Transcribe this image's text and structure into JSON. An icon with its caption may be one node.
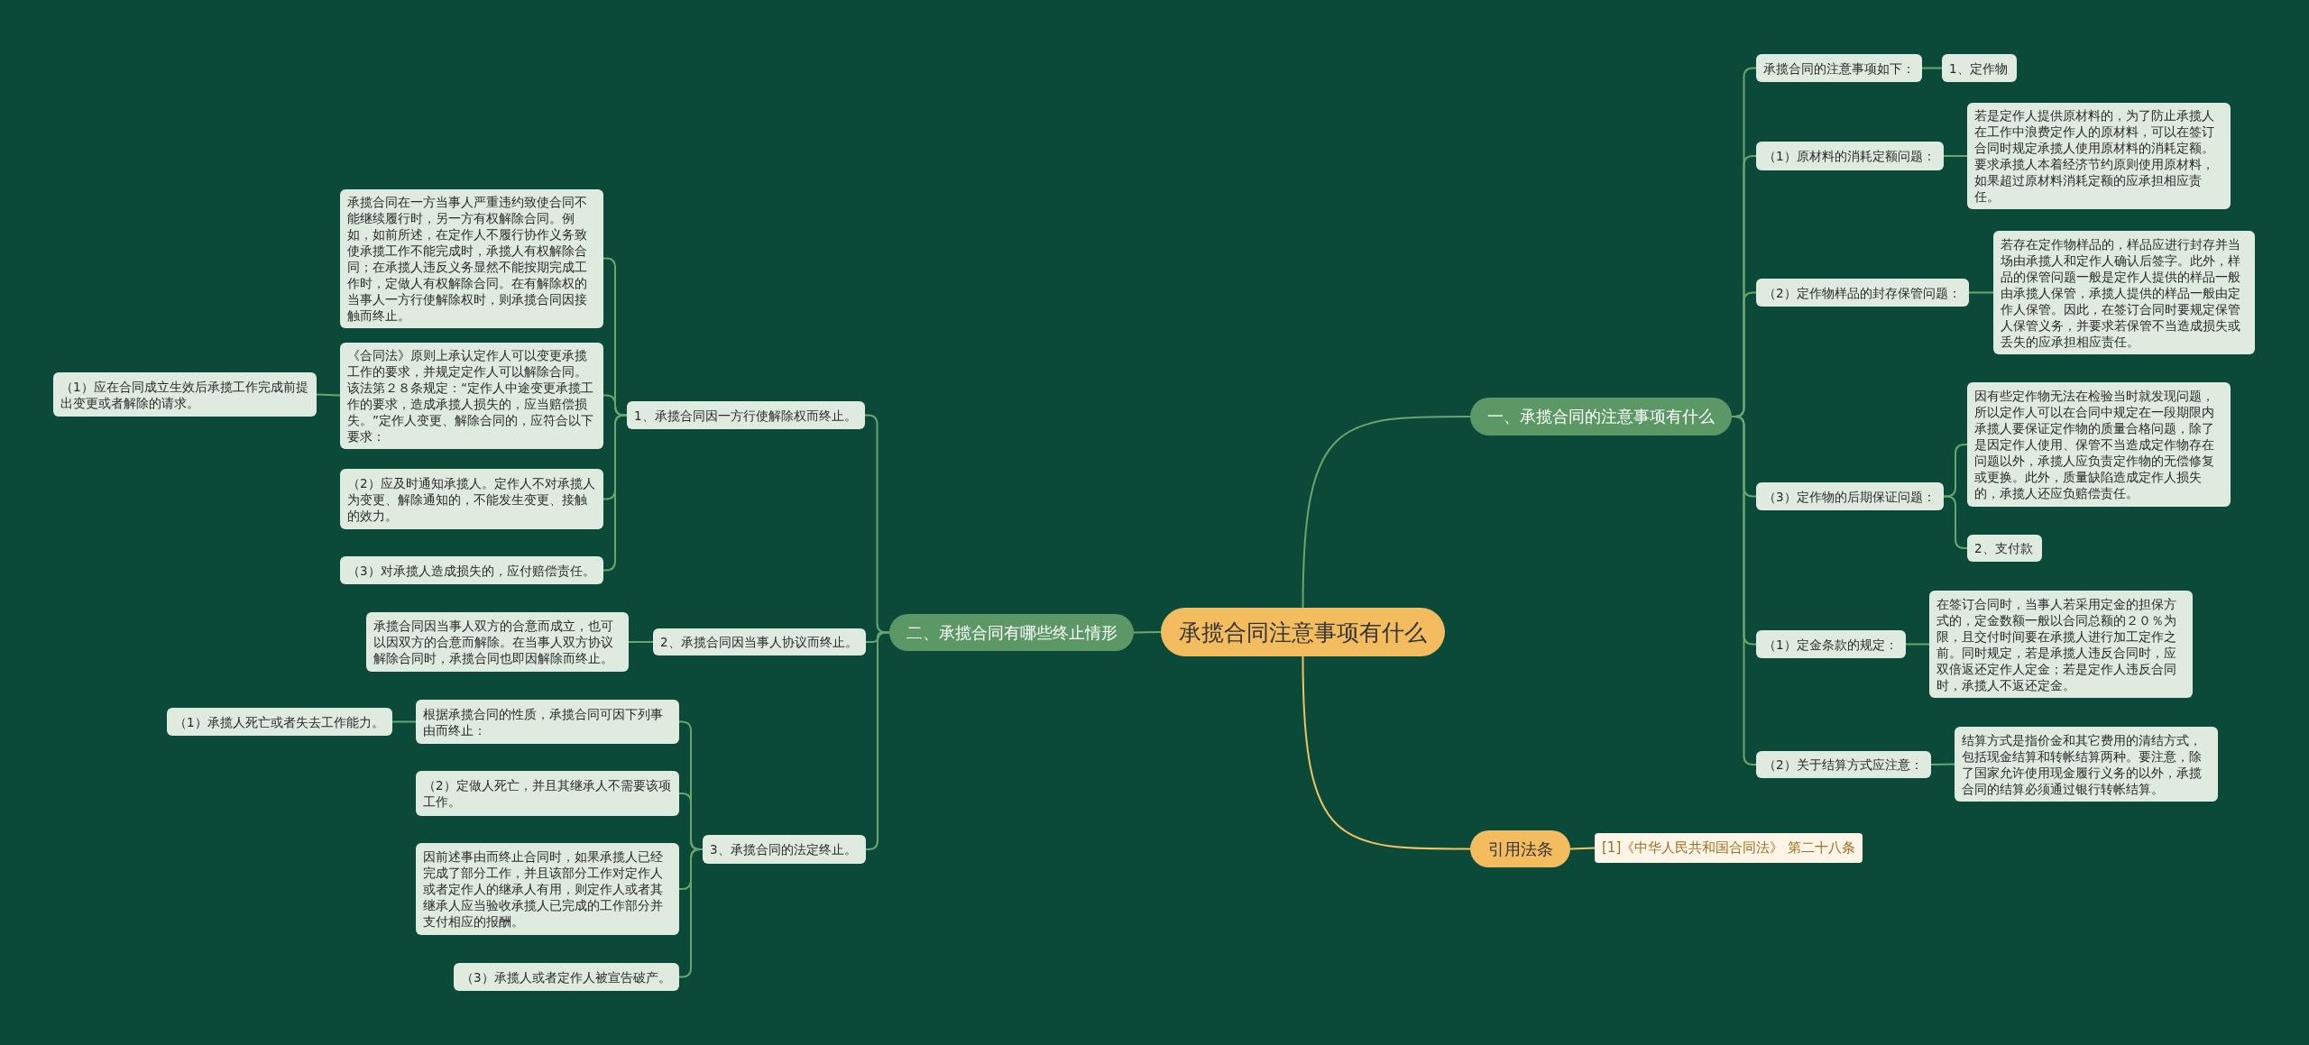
{
  "diagram": {
    "nodes": [
      {
        "text": [
          "承揽合同注意事项有什么"
        ]
      },
      {
        "text": [
          "一、承揽合同的注意事项有什么"
        ]
      },
      {
        "text": [
          "二、承揽合同有哪些终止情形"
        ]
      },
      {
        "text": [
          "引用法条"
        ]
      },
      {
        "text": [
          "承揽合同的注意事项如下："
        ]
      },
      {
        "text": [
          "1、定作物"
        ]
      },
      {
        "text": [
          "（1）原材料的消耗定额问题："
        ]
      },
      {
        "text": [
          "若是定作人提供原材料的，为了防止承揽人在工作中浪费定作人的原材料，可以在签订合同时规定承揽人使用原材料的消耗定额。要求承揽人本着经济节约原则使用原材料，如果超过原材料消耗定额的应承担相应责任。"
        ]
      },
      {
        "text": [
          "（2）定作物样品的封存保管问题："
        ]
      },
      {
        "text": [
          "若存在定作物样品的，样品应进行封存并当场由承揽人和定作人确认后签字。此外，样品的保管问题一般是定作人提供的样品一般由承揽人保管，承揽人提供的样品一般由定作人保管。因此，在签订合同时要规定保管人保管义务，并要求若保管不当造成损失或丢失的应承担相应责任。"
        ]
      },
      {
        "text": [
          "（3）定作物的后期保证问题："
        ]
      },
      {
        "text": [
          "因有些定作物无法在检验当时就发现问题，所以定作人可以在合同中规定在一段期限内承揽人要保证定作物的质量合格问题，除了是因定作人使用、保管不当造成定作物存在问题以外，承揽人应负责定作物的无偿修复或更换。此外，质量缺陷造成定作人损失的，承揽人还应负赔偿责任。"
        ]
      },
      {
        "text": [
          "2、支付款"
        ]
      },
      {
        "text": [
          "（1）定金条款的规定："
        ]
      },
      {
        "text": [
          "在签订合同时，当事人若采用定金的担保方式的，定金数额一般以合同总额的２０％为限，且交付时间要在承揽人进行加工定作之前。同时规定，若是承揽人违反合同时，应双倍返还定作人定金；若是定作人违反合同时，承揽人不返还定金。"
        ]
      },
      {
        "text": [
          "（2）关于结算方式应注意："
        ]
      },
      {
        "text": [
          "结算方式是指价金和其它费用的清结方式，包括现金结算和转帐结算两种。要注意，除了国家允许使用现金履行义务的以外，承揽合同的结算必须通过银行转帐结算。"
        ]
      },
      {
        "text": [
          "1、承揽合同因一方行使解除权而终止。"
        ]
      },
      {
        "text": [
          "承揽合同在一方当事人严重违约致使合同不能继续履行时，另一方有权解除合同。例如，如前所述，在定作人不履行协作义务致使承揽工作不能完成时，承揽人有权解除合同；在承揽人违反义务显然不能按期完成工作时，定做人有权解除合同。在有解除权的当事人一方行使解除权时，则承揽合同因接触而终止。"
        ]
      },
      {
        "text": [
          "《合同法》原则上承认定作人可以变更承揽工作的要求，并规定定作人可以解除合同。该法第２８条规定：“定作人中途变更承揽工作的要求，造成承揽人损失的，应当赔偿损失。”定作人变更、解除合同的，应符合以下要求："
        ]
      },
      {
        "text": [
          "（1）应在合同成立生效后承揽工作完成前提出变更或者解除的请求。"
        ]
      },
      {
        "text": [
          "（2）应及时通知承揽人。定作人不对承揽人为变更、解除通知的，不能发生变更、接触的效力。"
        ]
      },
      {
        "text": [
          "（3）对承揽人造成损失的，应付赔偿责任。"
        ]
      },
      {
        "text": [
          "2、承揽合同因当事人协议而终止。"
        ]
      },
      {
        "text": [
          "承揽合同因当事人双方的合意而成立，也可以因双方的合意而解除。在当事人双方协议解除合同时，承揽合同也即因解除而终止。"
        ]
      },
      {
        "text": [
          "3、承揽合同的法定终止。"
        ]
      },
      {
        "text": [
          "根据承揽合同的性质，承揽合同可因下列事由而终止："
        ]
      },
      {
        "text": [
          "（1）承揽人死亡或者失去工作能力。"
        ]
      },
      {
        "text": [
          "（2）定做人死亡，并且其继承人不需要该项工作。"
        ]
      },
      {
        "text": [
          "因前述事由而终止合同时，如果承揽人已经完成了部分工作，并且该部分工作对定作人或者定作人的继承人有用，则定作人或者其继承人应当验收承揽人已完成的工作部分并支付相应的报酬。"
        ]
      },
      {
        "text": [
          "（3）承揽人或者定作人被宣告破产。"
        ]
      },
      {
        "text": [
          "[1]《中华人民共和国合同法》 第二十八条"
        ]
      }
    ],
    "edges": [
      {
        "from": 0,
        "to": 1,
        "arrow": "none"
      },
      {
        "from": 0,
        "to": 2,
        "arrow": "none"
      },
      {
        "from": 0,
        "to": 3,
        "arrow": "none",
        "color": "#f2c265"
      },
      {
        "from": 1,
        "to": 4,
        "arrow": "none"
      },
      {
        "from": 4,
        "to": 5,
        "arrow": "none"
      },
      {
        "from": 1,
        "to": 6,
        "arrow": "none"
      },
      {
        "from": 6,
        "to": 7,
        "arrow": "none"
      },
      {
        "from": 1,
        "to": 8,
        "arrow": "none"
      },
      {
        "from": 8,
        "to": 9,
        "arrow": "none"
      },
      {
        "from": 1,
        "to": 10,
        "arrow": "none"
      },
      {
        "from": 10,
        "to": 11,
        "arrow": "none"
      },
      {
        "from": 10,
        "to": 12,
        "arrow": "none"
      },
      {
        "from": 1,
        "to": 13,
        "arrow": "none"
      },
      {
        "from": 13,
        "to": 14,
        "arrow": "none"
      },
      {
        "from": 1,
        "to": 15,
        "arrow": "none"
      },
      {
        "from": 15,
        "to": 16,
        "arrow": "none"
      },
      {
        "from": 2,
        "to": 17,
        "arrow": "none"
      },
      {
        "from": 17,
        "to": 18,
        "arrow": "none"
      },
      {
        "from": 17,
        "to": 19,
        "arrow": "none"
      },
      {
        "from": 19,
        "to": 20,
        "arrow": "none"
      },
      {
        "from": 17,
        "to": 21,
        "arrow": "none"
      },
      {
        "from": 17,
        "to": 22,
        "arrow": "none"
      },
      {
        "from": 2,
        "to": 23,
        "arrow": "none"
      },
      {
        "from": 23,
        "to": 24,
        "arrow": "none"
      },
      {
        "from": 2,
        "to": 25,
        "arrow": "none"
      },
      {
        "from": 25,
        "to": 26,
        "arrow": "none"
      },
      {
        "from": 26,
        "to": 27,
        "arrow": "none"
      },
      {
        "from": 25,
        "to": 28,
        "arrow": "none"
      },
      {
        "from": 25,
        "to": 29,
        "arrow": "none"
      },
      {
        "from": 25,
        "to": 30,
        "arrow": "none"
      },
      {
        "from": 3,
        "to": 31,
        "arrow": "none",
        "color": "#f2c265"
      }
    ]
  }
}
